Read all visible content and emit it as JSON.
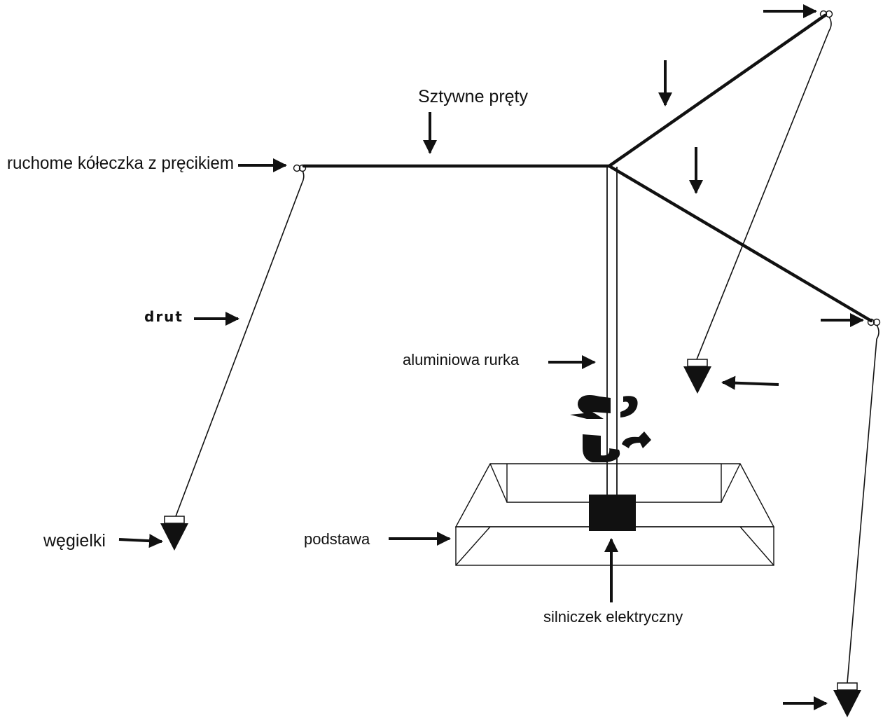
{
  "labels": {
    "rigid_rods": "Sztywne pręty",
    "moving_rings": "ruchome kółeczka z pręcikiem",
    "wire": "drut",
    "aluminium_tube": "aluminiowa rurka",
    "base": "podstawa",
    "motor": "silniczek elektryczny",
    "charcoals": "węgielki"
  },
  "colors": {
    "ink": "#111111",
    "background": "#ffffff"
  }
}
